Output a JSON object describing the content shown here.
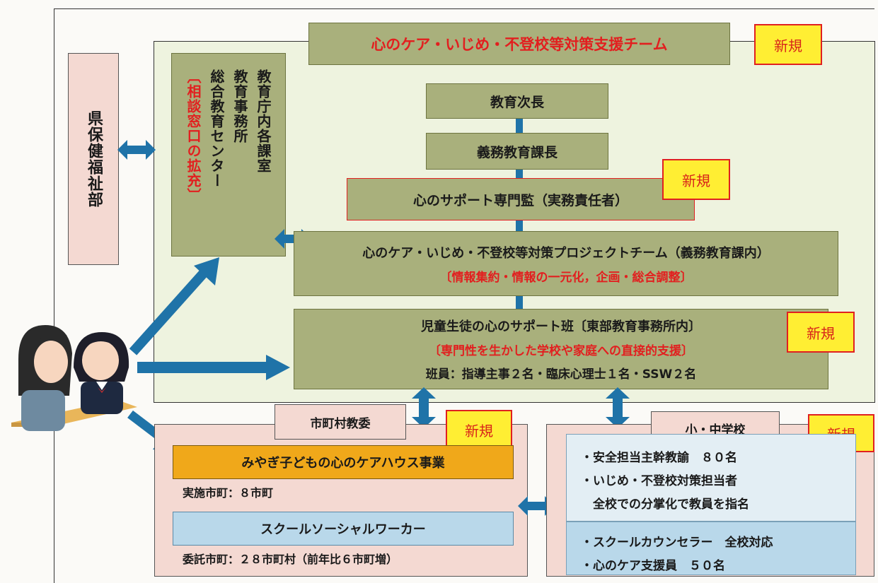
{
  "top_team": "心のケア・いじめ・不登校等対策支援チーム",
  "badge_new": "新規",
  "prefecture_dept": "県保健福祉部",
  "office_col1": "教育庁内各課室",
  "office_col2": "教育事務所",
  "office_col3": "総合教育センター",
  "office_note": "〔相談窓口の拡充〕",
  "deputy": "教育次長",
  "compulsory_head": "義務教育課長",
  "support_officer": "心のサポート専門監（実務責任者）",
  "project_team": {
    "title": "心のケア・いじめ・不登校等対策プロジェクトチーム（義務教育課内）",
    "note": "〔情報集約・情報の一元化，企画・総合調整〕"
  },
  "support_squad": {
    "title": "児童生徒の心のサポート班〔東部教育事務所内〕",
    "note": "〔専門性を生かした学校や家庭への直接的支援〕",
    "members": "班員：指導主事２名・臨床心理士１名・SSW２名"
  },
  "municipal": {
    "label": "市町村教委",
    "carehouse": "みやぎ子どもの心のケアハウス事業",
    "carehouse_note": "実施市町：８市町",
    "ssw": "スクールソーシャルワーカー",
    "ssw_note": "委託市町：２８市町村（前年比６市町増）"
  },
  "schools": {
    "label": "小・中学校",
    "items_top": [
      "・安全担当主幹教諭　８０名",
      "・いじめ・不登校対策担当者",
      "　全校での分掌化で教員を指名"
    ],
    "items_bottom": [
      "・スクールカウンセラー　全校対応",
      "・心のケア支援員　５０名"
    ]
  },
  "colors": {
    "olive": "#a9b07c",
    "panel_green": "#eef3df",
    "arrow_blue": "#1f73a8",
    "highlight_red": "#e21f1f",
    "badge_yellow": "#ffee33"
  }
}
